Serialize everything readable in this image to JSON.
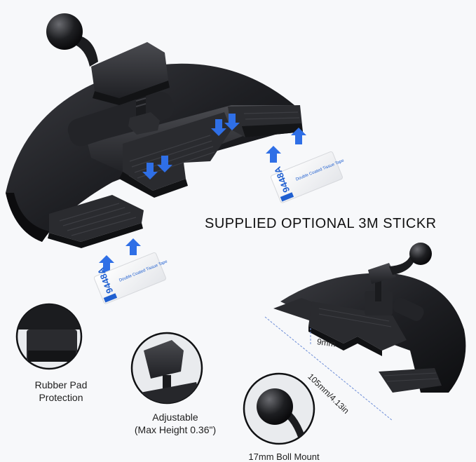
{
  "headline": "SUPPLIED OPTIONAL 3M STICKR",
  "sticker": {
    "code": "9448A",
    "subtitle": "Double Coated Tissue Tape"
  },
  "features": {
    "rubber_pad": {
      "line1": "Rubber Pad",
      "line2": "Protection"
    },
    "adjustable": {
      "line1": "Adjustable",
      "line2": "(Max Height 0.36\")"
    },
    "ball_mount": {
      "label": "17mm Boll Mount"
    }
  },
  "dimensions": {
    "gap": "9mm",
    "width": "105mm/4.13in"
  },
  "colors": {
    "background": "#f7f8fa",
    "product": "#1c1d20",
    "arrow": "#2f6fe6",
    "sticker_blue": "#1f5fd0"
  }
}
